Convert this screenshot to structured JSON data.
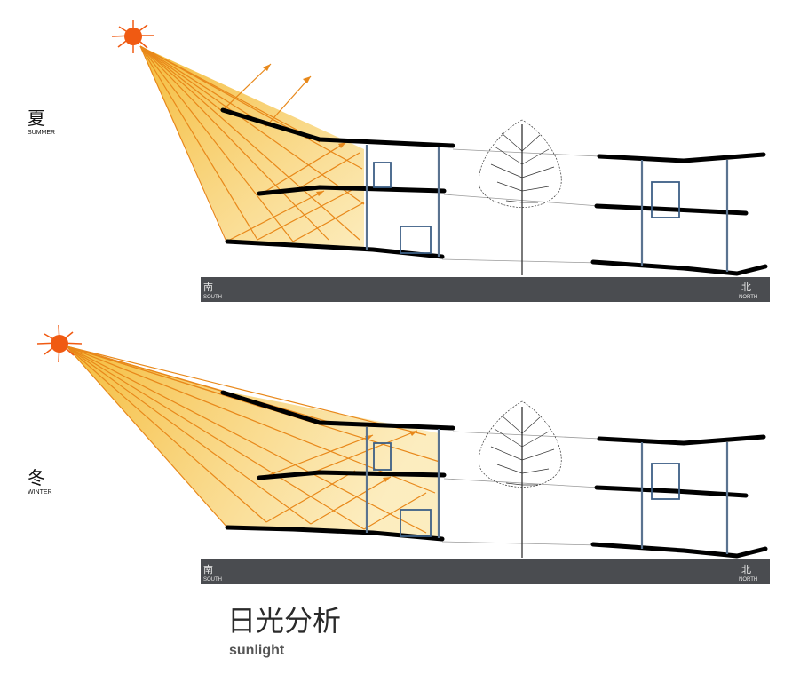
{
  "summer": {
    "label_cn": "夏",
    "label_en": "SUMMER"
  },
  "winter": {
    "label_cn": "冬",
    "label_en": "WINTER"
  },
  "directions": {
    "south_cn": "南",
    "south_en": "SOUTH",
    "north_cn": "北",
    "north_en": "NORTH"
  },
  "title": {
    "cn": "日光分析",
    "en": "sunlight"
  },
  "colors": {
    "sun": "#f05a12",
    "light": "#f7c54a",
    "ray": "#e8881a",
    "ground": "#4a4c50",
    "column": "#5a7390"
  }
}
